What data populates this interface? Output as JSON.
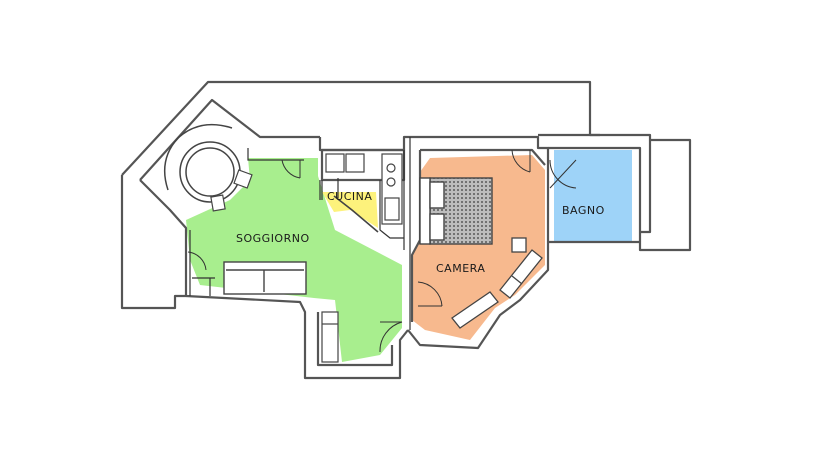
{
  "rooms": {
    "living": {
      "label": "SOGGIORNO",
      "color": "#a8ee8e"
    },
    "kitchen": {
      "label": "CUCINA",
      "color": "#fdf27c"
    },
    "bedroom": {
      "label": "CAMERA",
      "color": "#f7b98e"
    },
    "bathroom": {
      "label": "BAGNO",
      "color": "#9ed3f8"
    }
  },
  "colors": {
    "wall": "#555555",
    "line": "#333333",
    "furniture": "#444444",
    "bed_fill": "#8a8a8a"
  }
}
